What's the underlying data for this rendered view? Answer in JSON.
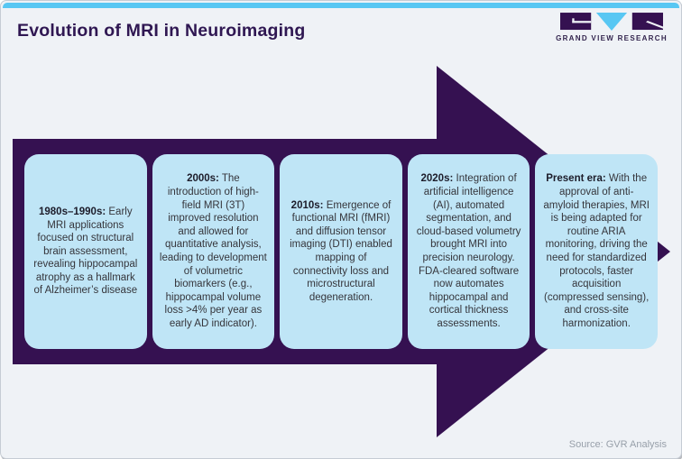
{
  "header": {
    "title": "Evolution of MRI in Neuroimaging",
    "logo_text": "GRAND VIEW RESEARCH"
  },
  "timeline": {
    "cards": [
      {
        "era": "1980s–1990s:",
        "text": "Early MRI applications focused on structural brain assessment, revealing hippocampal atrophy as a hallmark of Alzheimer’s disease"
      },
      {
        "era": "2000s:",
        "text": "The introduction of high-field MRI (3T) improved resolution and allowed for quantitative analysis, leading to development of volumetric biomarkers (e.g., hippocampal volume loss >4% per year as early AD indicator)."
      },
      {
        "era": "2010s:",
        "text": "Emergence of functional MRI (fMRI) and diffusion tensor imaging (DTI) enabled mapping of connectivity loss and microstructural degeneration."
      },
      {
        "era": "2020s:",
        "text": "Integration of artificial intelligence (AI), automated segmentation, and cloud-based volumetry brought MRI into precision neurology. FDA-cleared software now automates hippocampal and cortical thickness assessments."
      },
      {
        "era": "Present era:",
        "text": "With the approval of anti-amyloid therapies, MRI is being adapted for routine ARIA monitoring, driving the need for standardized protocols, faster acquisition (compressed sensing), and cross-site harmonization."
      }
    ]
  },
  "footer": {
    "source": "Source: GVR Analysis"
  },
  "colors": {
    "purple": "#351151",
    "title_purple": "#2f1752",
    "card_blue": "#bfe5f6",
    "accent_blue": "#58c7f3",
    "background": "#eff2f6",
    "card_text": "#35353b",
    "source_gray": "#98a0aa"
  }
}
